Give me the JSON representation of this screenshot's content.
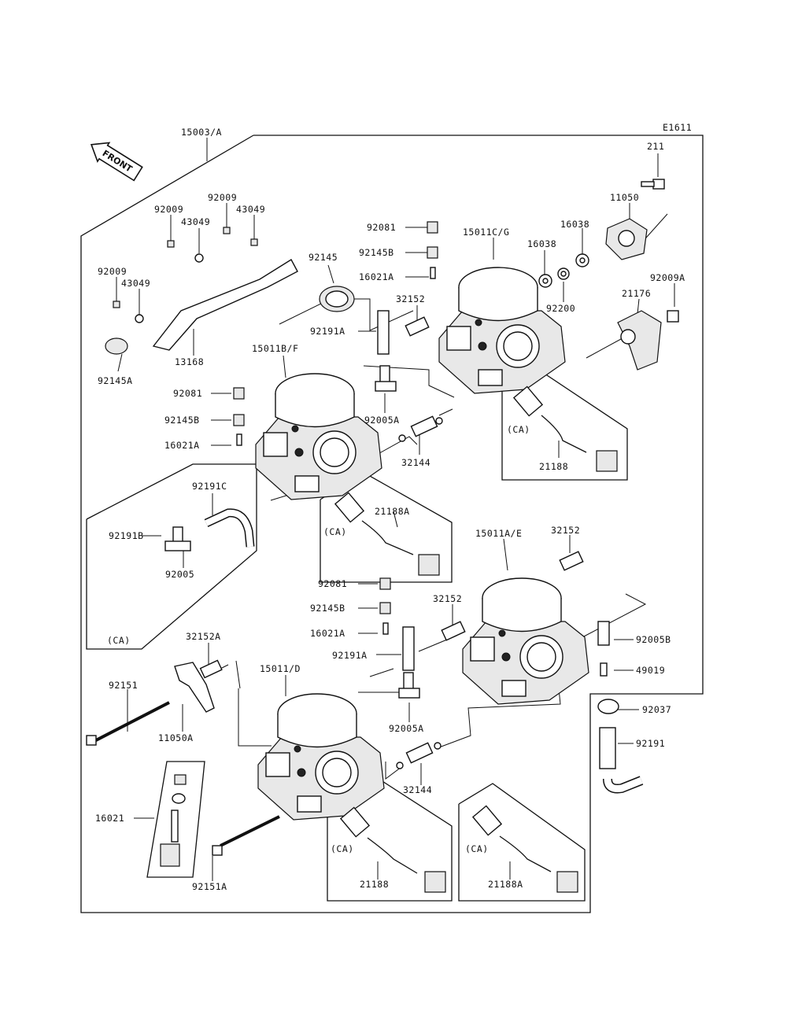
{
  "diagram": {
    "code": "E1611",
    "front_arrow": "FRONT",
    "ca_tag": "(CA)",
    "labels": {
      "assembly": "15003/A",
      "p211": "211",
      "p11050": "11050",
      "p16038a": "16038",
      "p16038b": "16038",
      "p92200": "92200",
      "p92009A": "92009A",
      "p21176": "21176",
      "p15011CG": "15011C/G",
      "p92081_top": "92081",
      "p92145B_top": "92145B",
      "p16021A_top": "16021A",
      "p32152_top": "32152",
      "p92191A_top": "92191A",
      "p92145": "92145",
      "p92009_1": "92009",
      "p43049_1": "43049",
      "p92009_2": "92009",
      "p43049_2": "43049",
      "p92009_3": "92009",
      "p43049_3": "43049",
      "p13168": "13168",
      "p92145A": "92145A",
      "p15011BF": "15011B/F",
      "p92081_mid": "92081",
      "p92145B_mid": "92145B",
      "p16021A_mid": "16021A",
      "p92005A_top": "92005A",
      "p32144_top": "32144",
      "p21188_top": "21188",
      "p21188A_mid": "21188A",
      "p92191C": "92191C",
      "p92191B": "92191B",
      "p92005": "92005",
      "p15011AE": "15011A/E",
      "p32152_right": "32152",
      "p92081_low": "92081",
      "p92145B_low": "92145B",
      "p16021A_low": "16021A",
      "p32152_low": "32152",
      "p92191A_low": "92191A",
      "p92005B": "92005B",
      "p49019": "49019",
      "p92037": "92037",
      "p92191": "92191",
      "p32152A": "32152A",
      "p92151": "92151",
      "p11050A": "11050A",
      "p15011D": "15011/D",
      "p92005A_low": "92005A",
      "p32144_low": "32144",
      "p16021": "16021",
      "p92151A": "92151A",
      "p21188_low": "21188",
      "p21188A_low": "21188A"
    }
  }
}
